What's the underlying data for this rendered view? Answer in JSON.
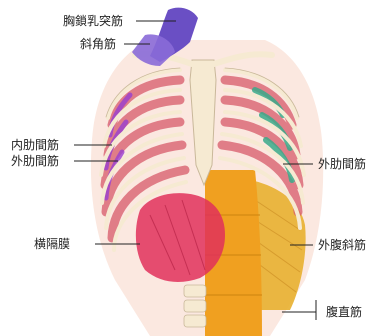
{
  "labels": {
    "scm": "胸鎖乳突筋",
    "scalene": "斜角筋",
    "internal_intercostal": "内肋間筋",
    "external_intercostal_left": "外肋間筋",
    "external_intercostal_right": "外肋間筋",
    "diaphragm": "横隔膜",
    "external_oblique": "外腹斜筋",
    "rectus_abdominis": "腹直筋"
  },
  "colors": {
    "scm": "#6a4fc4",
    "scalene": "#8a6ad8",
    "internal_intercostal": "#9a3fd0",
    "intercostal_muscle": "#d85a6a",
    "external_intercostal_accent": "#3aaa8a",
    "diaphragm": "#e0305a",
    "external_oblique": "#e8b030",
    "rectus_abdominis": "#f0a020",
    "bone": "#f6ead2",
    "cartilage": "#ece4d0"
  }
}
